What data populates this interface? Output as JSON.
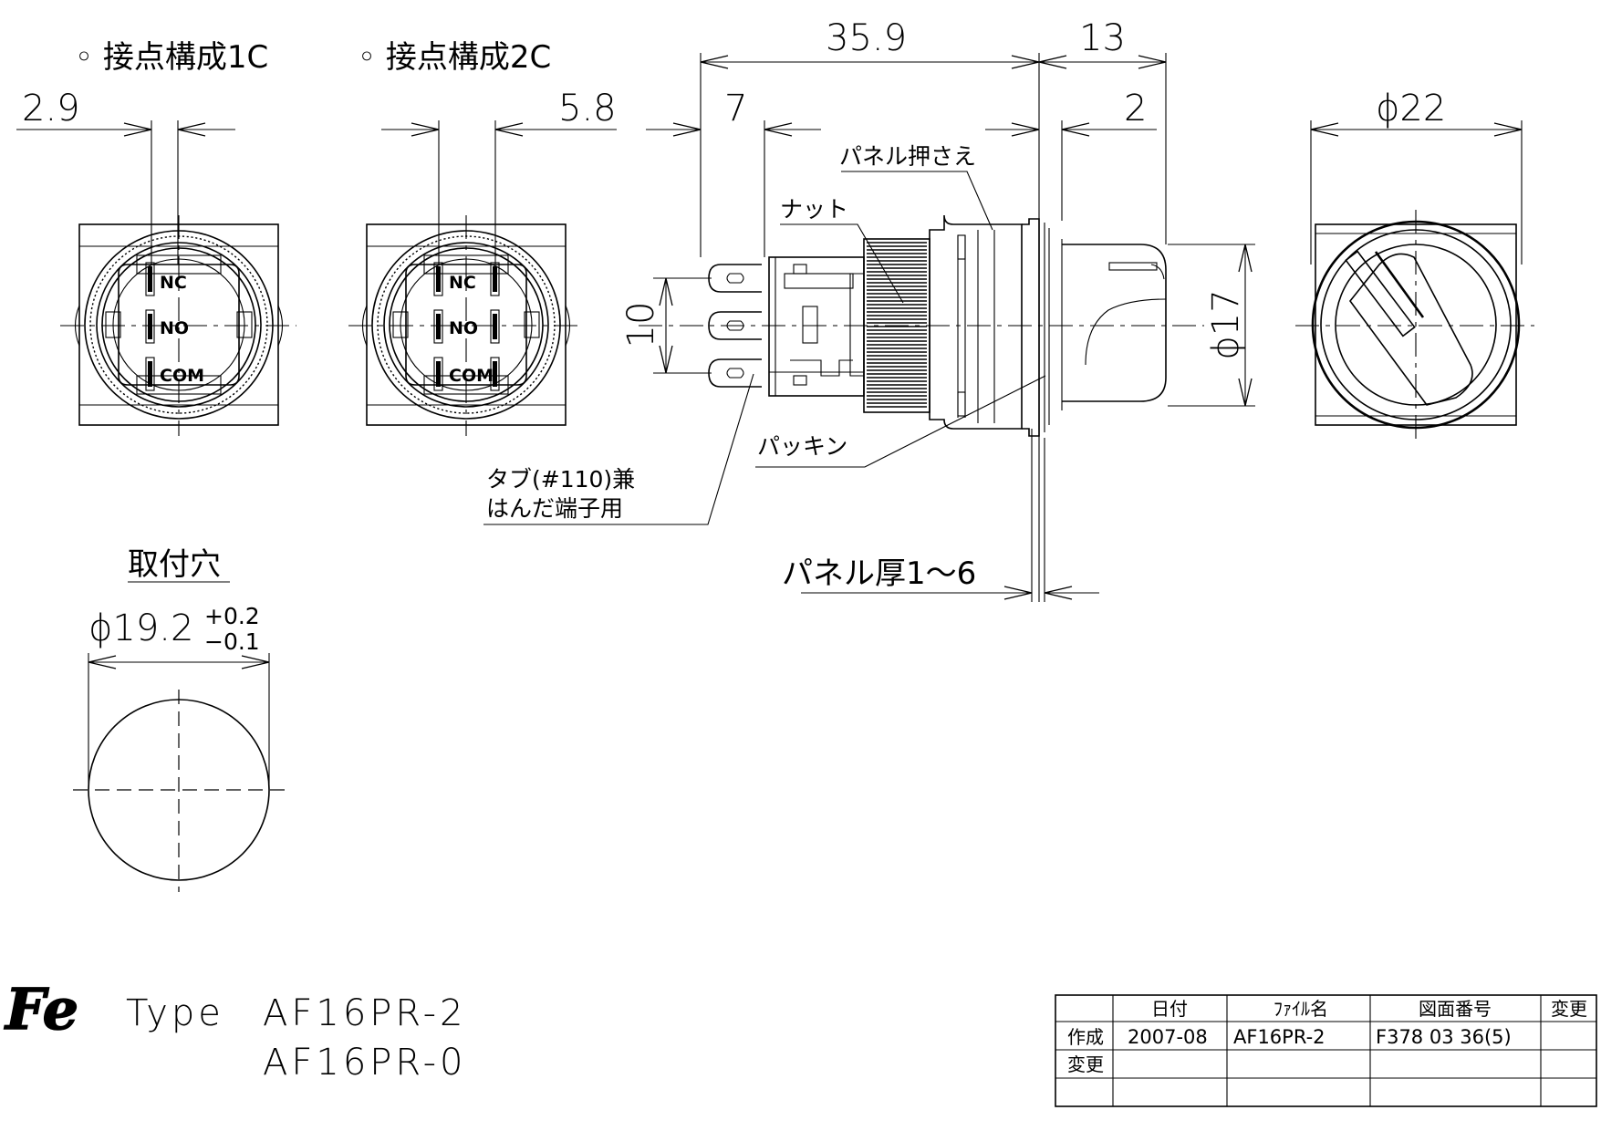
{
  "views": {
    "contact_1c_label": "◦ 接点構成1C",
    "contact_2c_label": "◦ 接点構成2C",
    "terminals": [
      "NC",
      "NO",
      "COM"
    ]
  },
  "dimensions": {
    "d_2_9": "2.9",
    "d_5_8": "5.8",
    "d_7": "7",
    "d_35_9": "35.9",
    "d_13": "13",
    "d_2": "2",
    "d_10": "10",
    "d_phi17": "ϕ17",
    "d_phi22": "ϕ22",
    "hole_dia": "ϕ19.2",
    "hole_tol_plus": "+0.2",
    "hole_tol_minus": "−0.1"
  },
  "callouts": {
    "panel_retainer": "パネル押さえ",
    "nut": "ナット",
    "packing": "パッキン",
    "tab_line1": "タブ(#110)兼",
    "tab_line2": "はんだ端子用",
    "panel_thickness": "パネル厚1～6",
    "mounting_hole": "取付穴"
  },
  "type_block": {
    "logo": "Fe",
    "prefix": "Type",
    "model1": "AF16PR-2",
    "model2": "AF16PR-0"
  },
  "title_block": {
    "headers": [
      "",
      "日付",
      "ﾌｧｲﾙ名",
      "図面番号",
      "変更"
    ],
    "rows": [
      [
        "作成",
        "2007-08",
        "AF16PR-2",
        "F378 03 36(5)",
        ""
      ],
      [
        "変更",
        "",
        "",
        "",
        ""
      ],
      [
        "",
        "",
        "",
        "",
        ""
      ]
    ]
  }
}
